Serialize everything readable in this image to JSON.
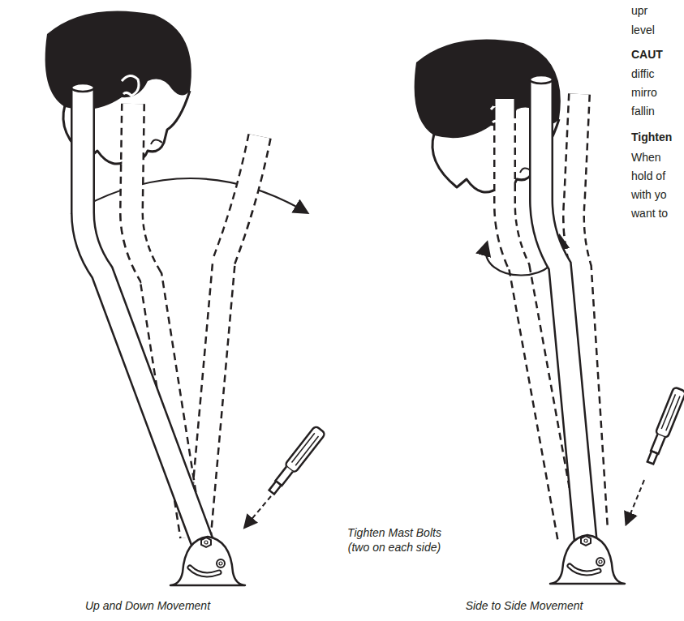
{
  "diagram": {
    "labels": [
      "upr",
      "level",
      "CAUT",
      "diffic",
      "mirro",
      "fallin",
      "Tighten",
      "When",
      "hold of",
      "with yo",
      "want to",
      "Tighten Mast Bolts (two on each side)",
      "Up and Down Movement",
      "Side to Side Movement"
    ]
  }
}
